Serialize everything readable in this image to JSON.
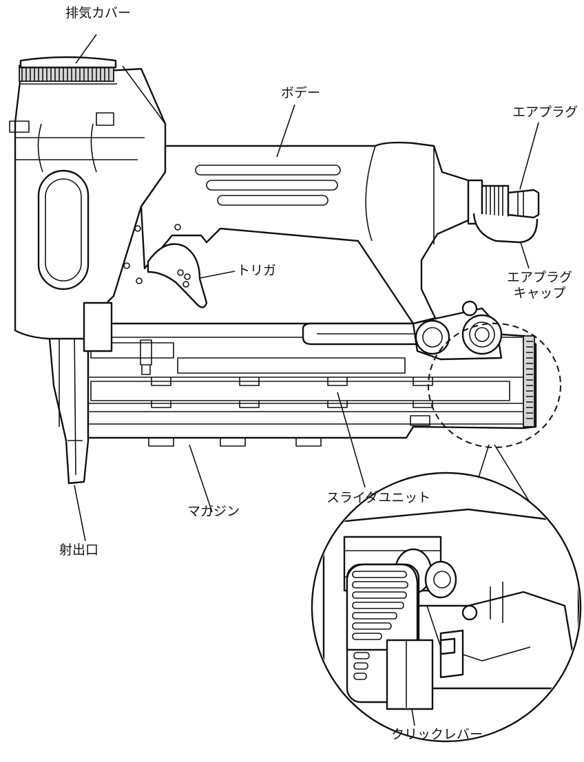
{
  "labels": {
    "exhaust_cover": "排気カバー",
    "body": "ボデー",
    "air_plug": "エアプラグ",
    "trigger": "トリガ",
    "air_plug_cap_line1": "エアプラグ",
    "air_plug_cap_line2": "キャップ",
    "magazine": "マガジン",
    "slider_unit": "スライダユニット",
    "nose": "射出口",
    "click_lever": "クリックレバー"
  }
}
